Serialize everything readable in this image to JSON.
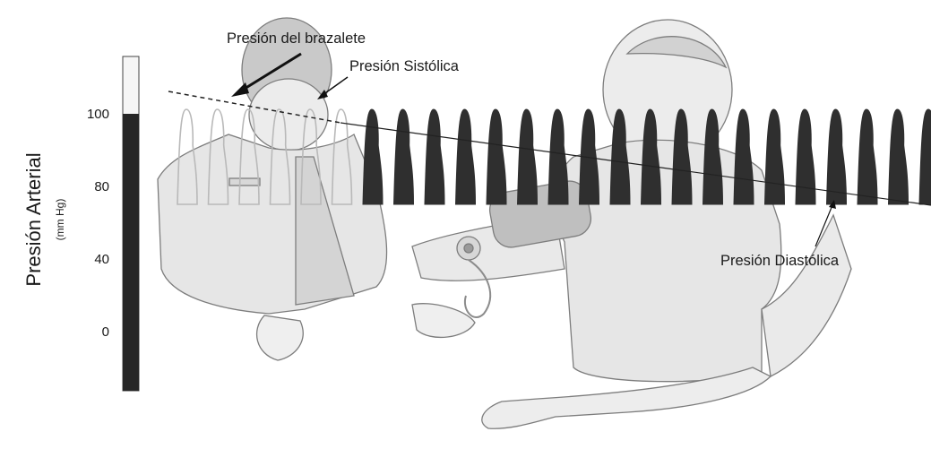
{
  "axis": {
    "title": "Presión Arterial",
    "unit": "(mm Hg)",
    "ticks": [
      {
        "value": 100,
        "label": "100"
      },
      {
        "value": 80,
        "label": "80"
      },
      {
        "value": 40,
        "label": "40"
      },
      {
        "value": 0,
        "label": "0"
      }
    ],
    "column_fill_value": 100
  },
  "labels": {
    "cuff_pressure": "Presión del brazalete",
    "systolic": "Presión Sistólica",
    "diastolic": "Presión Diastólica"
  },
  "colors": {
    "column_fill": "#262626",
    "column_empty": "#f6f6f6",
    "pulse_dark": "#2f2f2f",
    "pulse_light": "#b9b9b9",
    "figure": "#e4e4e4",
    "text": "#1a1a1a"
  },
  "icons": [
    "nurse-figure",
    "patient-figure",
    "blood-pressure-cuff",
    "stethoscope"
  ]
}
